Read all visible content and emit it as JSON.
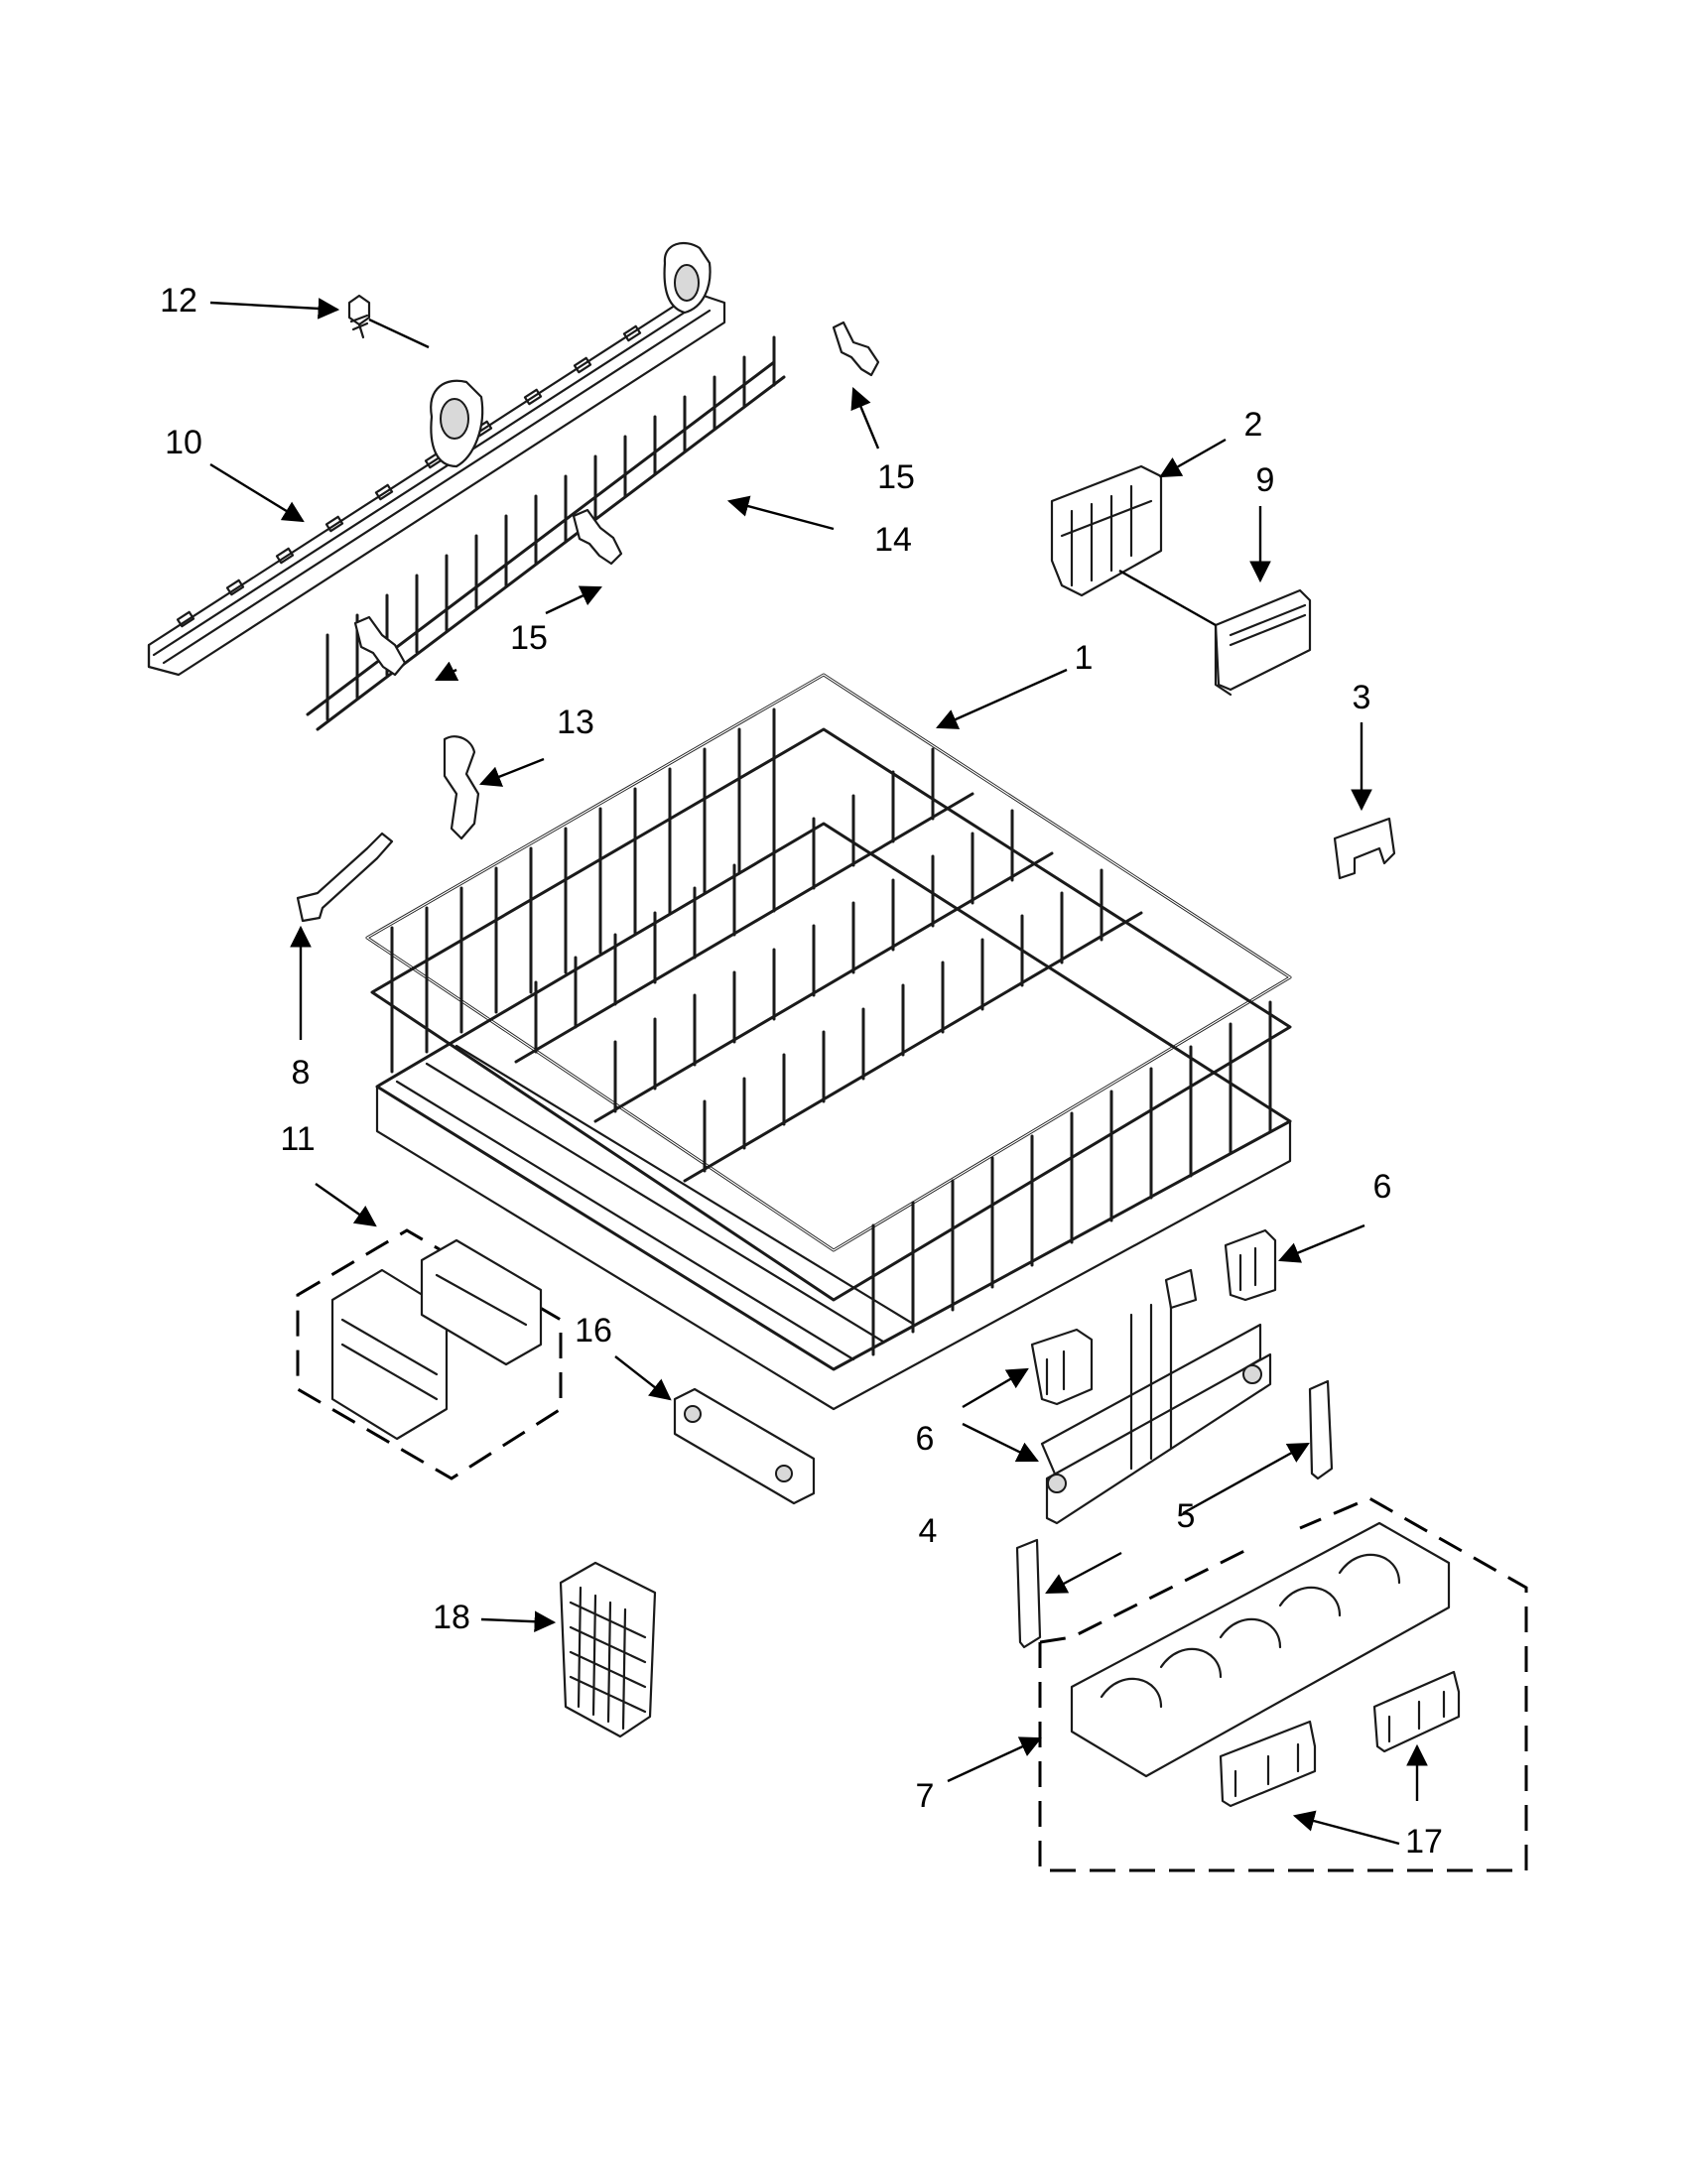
{
  "callouts": [
    {
      "id": "1",
      "label": "1"
    },
    {
      "id": "2",
      "label": "2"
    },
    {
      "id": "3",
      "label": "3"
    },
    {
      "id": "4",
      "label": "4"
    },
    {
      "id": "5",
      "label": "5"
    },
    {
      "id": "6a",
      "label": "6"
    },
    {
      "id": "6b",
      "label": "6"
    },
    {
      "id": "7",
      "label": "7"
    },
    {
      "id": "8",
      "label": "8"
    },
    {
      "id": "9",
      "label": "9"
    },
    {
      "id": "10",
      "label": "10"
    },
    {
      "id": "11",
      "label": "11"
    },
    {
      "id": "12",
      "label": "12"
    },
    {
      "id": "13",
      "label": "13"
    },
    {
      "id": "14",
      "label": "14"
    },
    {
      "id": "15a",
      "label": "15"
    },
    {
      "id": "15b",
      "label": "15"
    },
    {
      "id": "16",
      "label": "16"
    },
    {
      "id": "17",
      "label": "17"
    },
    {
      "id": "18",
      "label": "18"
    }
  ],
  "colors": {
    "line": "#1a1a1a",
    "background": "#ffffff",
    "shade": "#d9d9d9"
  }
}
